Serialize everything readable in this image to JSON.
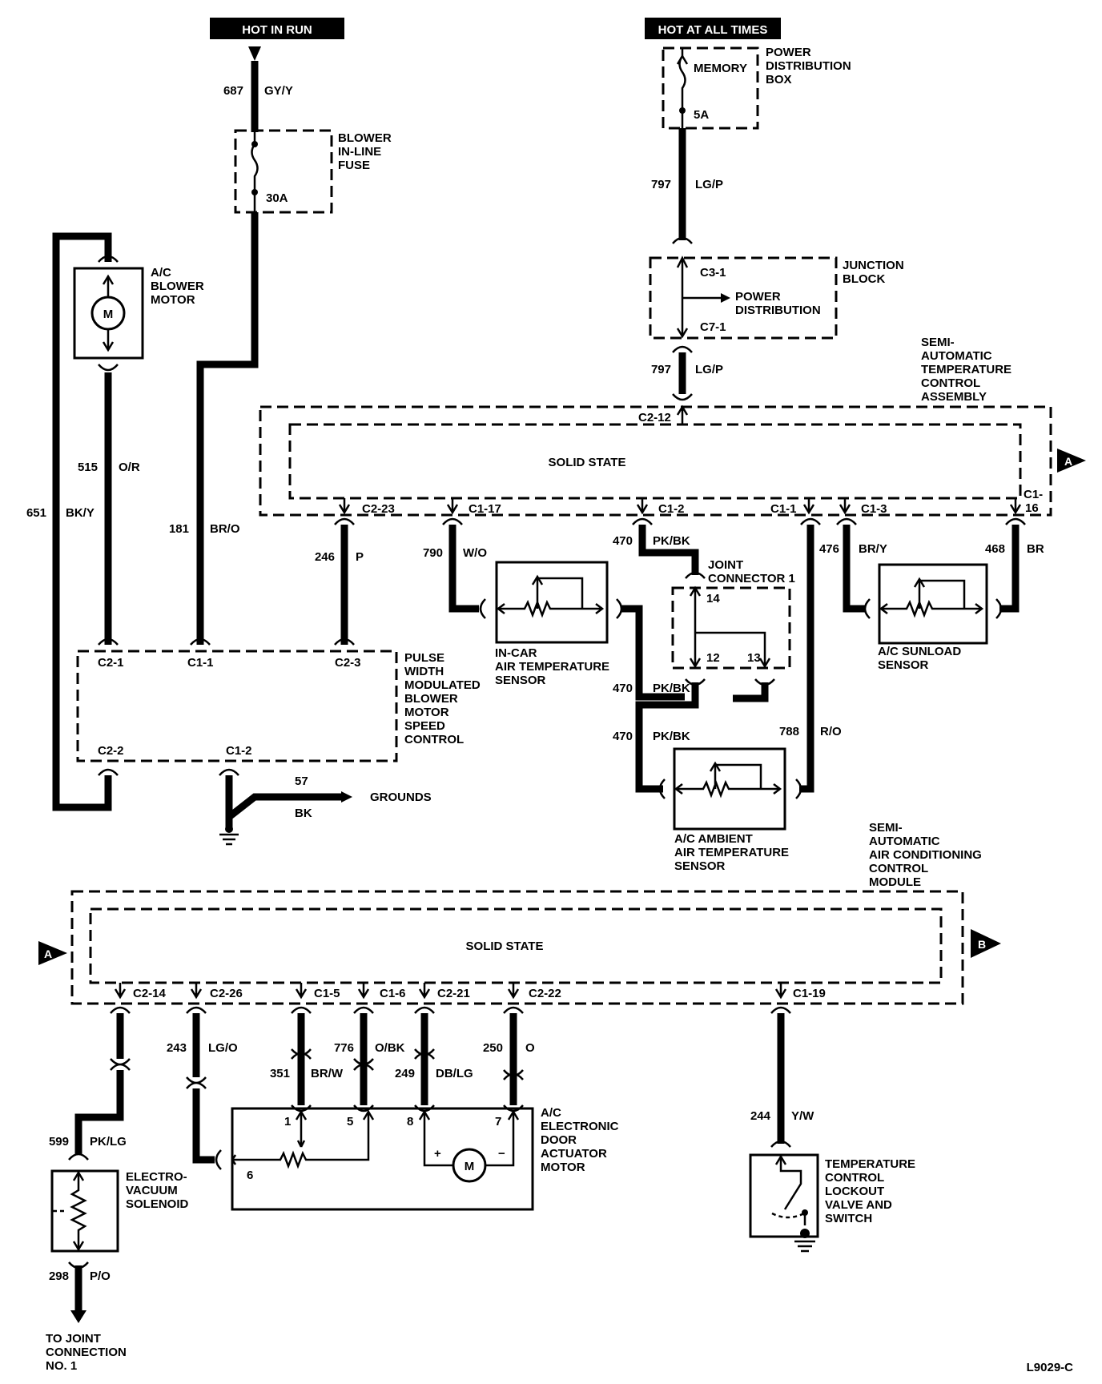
{
  "supplies": {
    "hot_in_run": "HOT IN RUN",
    "hot_at_all_times": "HOT AT ALL TIMES"
  },
  "components": {
    "power_distribution_box": [
      "POWER",
      "DISTRIBUTION",
      "BOX"
    ],
    "memory_fuse": "MEMORY",
    "memory_fuse_rating": "5A",
    "blower_fuse": [
      "BLOWER",
      "IN-LINE",
      "FUSE"
    ],
    "blower_fuse_rating": "30A",
    "blower_motor": [
      "A/C",
      "BLOWER",
      "MOTOR"
    ],
    "motor_symbol": "M",
    "junction_block": [
      "JUNCTION",
      "BLOCK"
    ],
    "power_distribution": [
      "POWER",
      "DISTRIBUTION"
    ],
    "temp_control_assembly": [
      "SEMI-",
      "AUTOMATIC",
      "TEMPERATURE",
      "CONTROL",
      "ASSEMBLY"
    ],
    "solid_state": "SOLID STATE",
    "pwm_control": [
      "PULSE",
      "WIDTH",
      "MODULATED",
      "BLOWER",
      "MOTOR",
      "SPEED",
      "CONTROL"
    ],
    "grounds": "GROUNDS",
    "in_car_sensor": [
      "IN-CAR",
      "AIR TEMPERATURE",
      "SENSOR"
    ],
    "joint_connector": [
      "JOINT",
      "CONNECTOR 1"
    ],
    "sunload_sensor": [
      "A/C SUNLOAD",
      "SENSOR"
    ],
    "ambient_sensor": [
      "A/C AMBIENT",
      "AIR TEMPERATURE",
      "SENSOR"
    ],
    "ac_control_module": [
      "SEMI-",
      "AUTOMATIC",
      "AIR CONDITIONING",
      "CONTROL",
      "MODULE"
    ],
    "door_actuator": [
      "A/C",
      "ELECTRONIC",
      "DOOR",
      "ACTUATOR",
      "MOTOR"
    ],
    "vacuum_solenoid": [
      "ELECTRO-",
      "VACUUM",
      "SOLENOID"
    ],
    "lockout_switch": [
      "TEMPERATURE",
      "CONTROL",
      "LOCKOUT",
      "VALVE AND",
      "SWITCH"
    ],
    "to_joint": [
      "TO JOINT",
      "CONNECTION",
      "NO. 1"
    ]
  },
  "offpage": {
    "a": "A",
    "b": "B"
  },
  "connectors": {
    "c3_1": "C3-1",
    "c7_1": "C7-1",
    "c2_12": "C2-12",
    "c2_23": "C2-23",
    "c1_17": "C1-17",
    "c1_2": "C1-2",
    "c1_1": "C1-1",
    "c1_3": "C1-3",
    "c1_16": [
      "C1-",
      "16"
    ],
    "pwm_c2_1": "C2-1",
    "pwm_c1_1": "C1-1",
    "pwm_c2_3": "C2-3",
    "pwm_c2_2": "C2-2",
    "pwm_c1_2": "C1-2",
    "jc_14": "14",
    "jc_12": "12",
    "jc_13": "13",
    "m_c2_14": "C2-14",
    "m_c2_26": "C2-26",
    "m_c1_5": "C1-5",
    "m_c1_6": "C1-6",
    "m_c2_21": "C2-21",
    "m_c2_22": "C2-22",
    "m_c1_19": "C1-19",
    "act_1": "1",
    "act_5": "5",
    "act_8": "8",
    "act_7": "7",
    "act_6": "6",
    "act_plus": "+",
    "act_minus": "−"
  },
  "wires": {
    "w687": {
      "circuit": "687",
      "color": "GY/Y"
    },
    "w797a": {
      "circuit": "797",
      "color": "LG/P"
    },
    "w797b": {
      "circuit": "797",
      "color": "LG/P"
    },
    "w515": {
      "circuit": "515",
      "color": "O/R"
    },
    "w651": {
      "circuit": "651",
      "color": "BK/Y"
    },
    "w181": {
      "circuit": "181",
      "color": "BR/O"
    },
    "w246": {
      "circuit": "246",
      "color": "P"
    },
    "w790": {
      "circuit": "790",
      "color": "W/O"
    },
    "w470a": {
      "circuit": "470",
      "color": "PK/BK"
    },
    "w470b": {
      "circuit": "470",
      "color": "PK/BK"
    },
    "w470c": {
      "circuit": "470",
      "color": "PK/BK"
    },
    "w476": {
      "circuit": "476",
      "color": "BR/Y"
    },
    "w468": {
      "circuit": "468",
      "color": "BR"
    },
    "w788": {
      "circuit": "788",
      "color": "R/O"
    },
    "w57": {
      "circuit": "57",
      "color": "BK"
    },
    "w243": {
      "circuit": "243",
      "color": "LG/O"
    },
    "w776": {
      "circuit": "776",
      "color": "O/BK"
    },
    "w250": {
      "circuit": "250",
      "color": "O"
    },
    "w351": {
      "circuit": "351",
      "color": "BR/W"
    },
    "w249": {
      "circuit": "249",
      "color": "DB/LG"
    },
    "w599": {
      "circuit": "599",
      "color": "PK/LG"
    },
    "w244": {
      "circuit": "244",
      "color": "Y/W"
    },
    "w298": {
      "circuit": "298",
      "color": "P/O"
    }
  },
  "figure_id": "L9029-C"
}
